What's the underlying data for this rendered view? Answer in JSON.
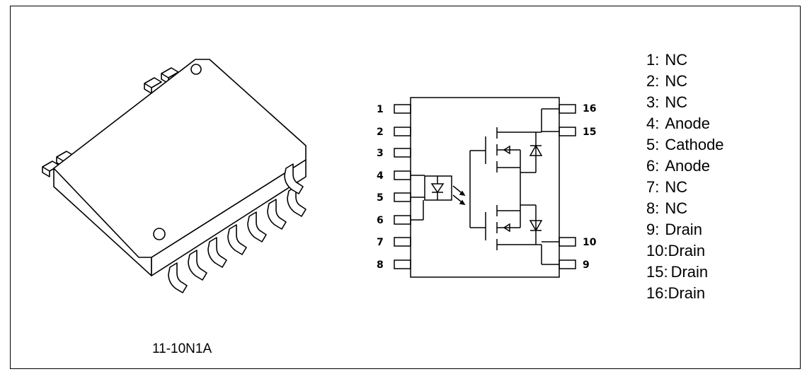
{
  "package": {
    "label": "11-10N1A"
  },
  "schematic": {
    "left_pins": [
      "1",
      "2",
      "3",
      "4",
      "5",
      "6",
      "7",
      "8"
    ],
    "right_pins": [
      "16",
      "15",
      "10",
      "9"
    ]
  },
  "pin_list": [
    {
      "num": "1:",
      "name": "NC"
    },
    {
      "num": "2:",
      "name": "NC"
    },
    {
      "num": "3:",
      "name": "NC"
    },
    {
      "num": "4:",
      "name": "Anode"
    },
    {
      "num": "5:",
      "name": "Cathode"
    },
    {
      "num": "6:",
      "name": "Anode"
    },
    {
      "num": "7:",
      "name": "NC"
    },
    {
      "num": "8:",
      "name": "NC"
    },
    {
      "num": "9:",
      "name": "Drain"
    },
    {
      "num": "10:",
      "name": "Drain"
    },
    {
      "num": "15:",
      "name": "Drain"
    },
    {
      "num": "16:",
      "name": "Drain"
    }
  ]
}
